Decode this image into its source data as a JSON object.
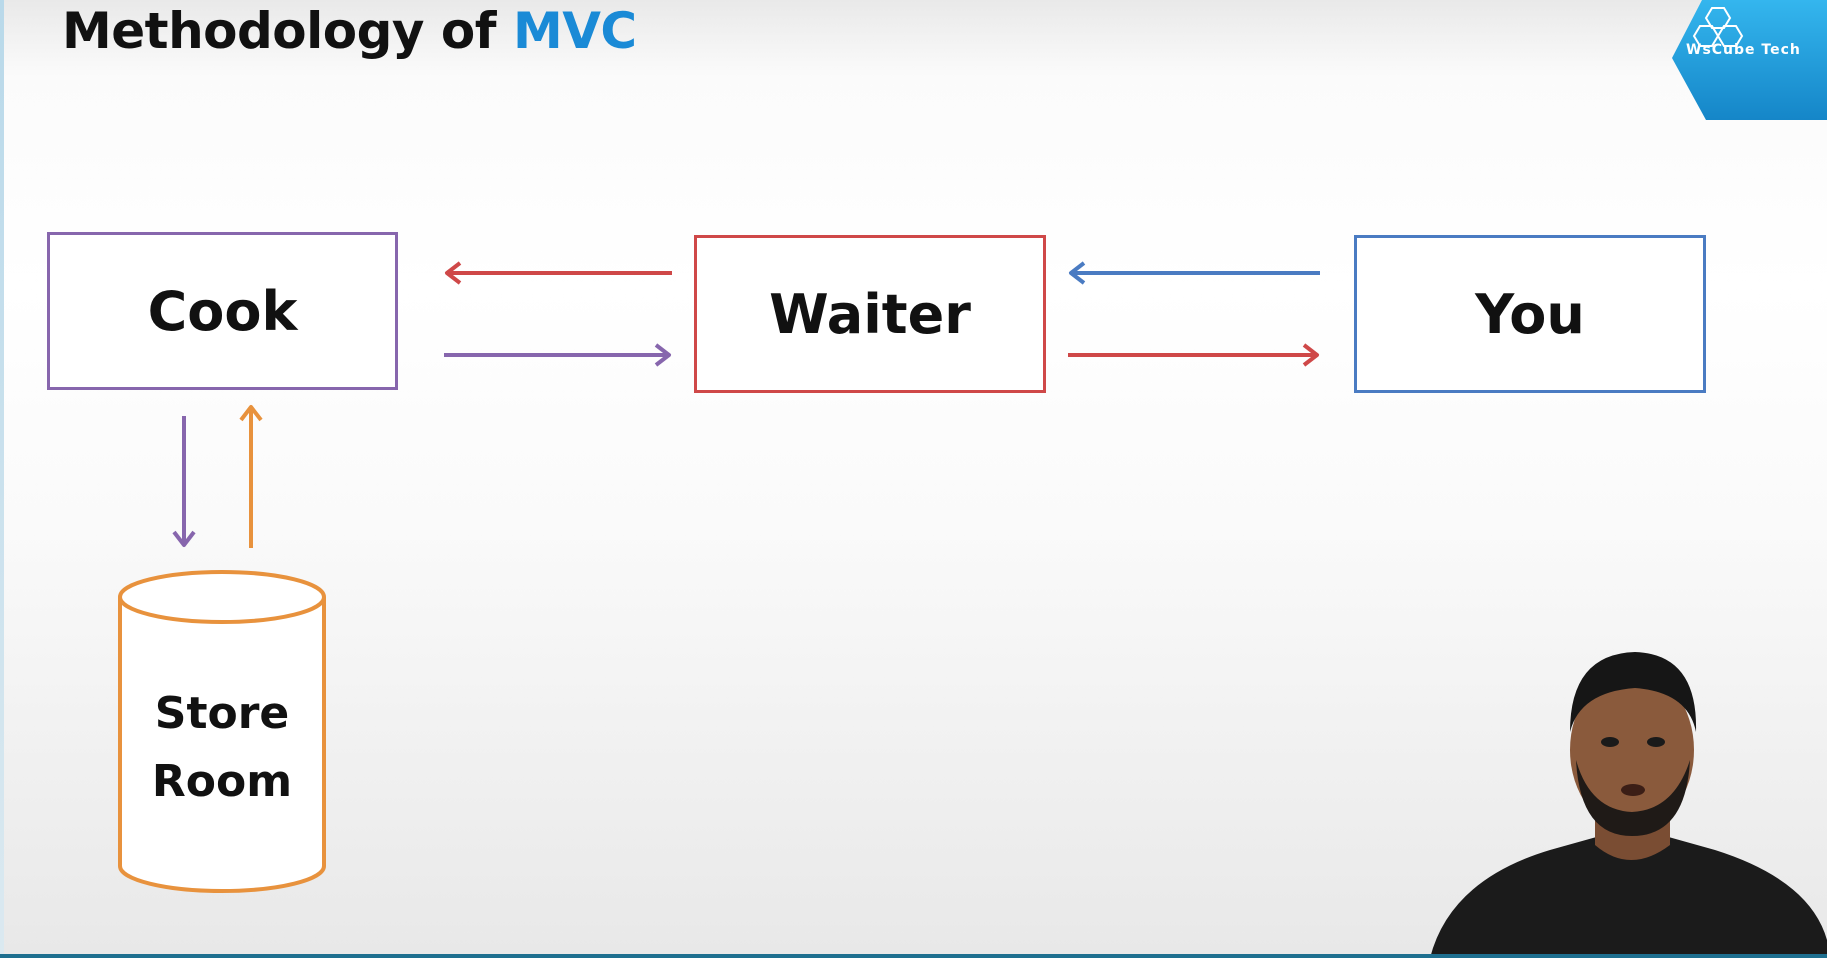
{
  "title": {
    "prefix": "Methodology of ",
    "accent": "MVC"
  },
  "nodes": {
    "cook": "Cook",
    "waiter": "Waiter",
    "you": "You",
    "store_room_line1": "Store",
    "store_room_line2": "Room"
  },
  "logo": {
    "text": "WsCube Tech"
  },
  "colors": {
    "accent": "#1a8ad6",
    "purple": "#8766ad",
    "red": "#cf4848",
    "blue": "#4a7bc2",
    "orange": "#e8923d"
  }
}
